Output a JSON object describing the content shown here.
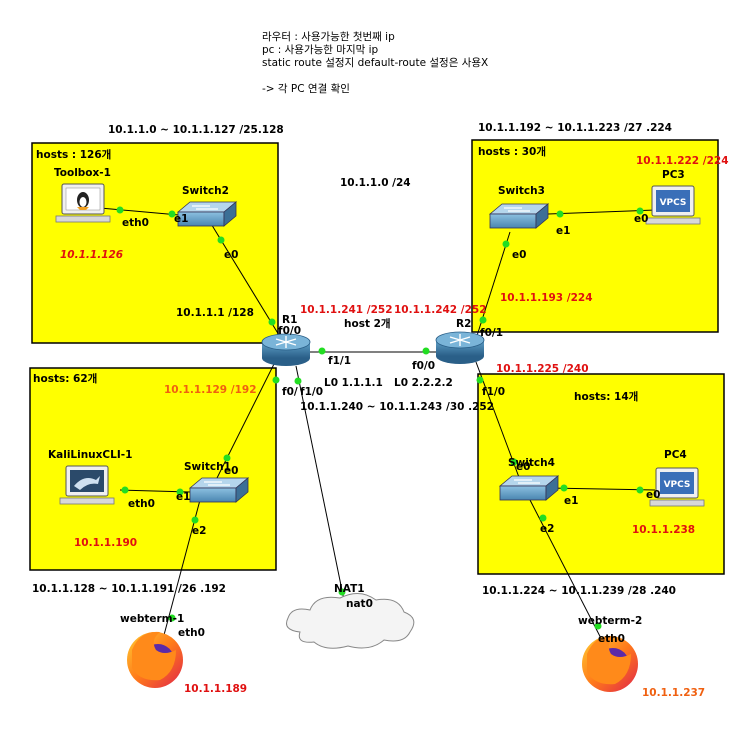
{
  "notes": {
    "line1": "라우터 : 사용가능한 첫번째 ip",
    "line2": "pc : 사용가능한 마지막 ip",
    "line3": "static route 설정지 default-route 설정은 사용X",
    "line4": "-> 각 PC 연결 확인"
  },
  "subnets": {
    "top_left": "10.1.1.0 ~ 10.1.1.127 /25.128",
    "top_right": "10.1.1.192 ~ 10.1.1.223 /27 .224",
    "center": "10.1.1.0 /24",
    "bottom_left": "10.1.1.128 ~ 10.1.1.191 /26 .192",
    "bottom_right": "10.1.1.224 ~ 10.1.1.239 /28 .240",
    "r1_r2_link": "10.1.1.240 ~ 10.1.1.243 /30 .252"
  },
  "zones": {
    "tl_hosts": "hosts : 126개",
    "tr_hosts": "hosts : 30개",
    "bl_hosts": "hosts: 62개",
    "br_hosts": "hosts: 14개"
  },
  "devices": {
    "toolbox": "Toolbox-1",
    "switch2": "Switch2",
    "switch3": "Switch3",
    "switch1": "Switch1",
    "switch4": "Switch4",
    "pc3": "PC3",
    "pc4": "PC4",
    "kali": "KaliLinuxCLI-1",
    "r1": "R1",
    "r2": "R2",
    "nat": "NAT1",
    "webterm1": "webterm-1",
    "webterm2": "webterm-2",
    "vpcs": "VPCS"
  },
  "ports": {
    "toolbox_eth0": "eth0",
    "sw2_e1": "e1",
    "sw2_e0": "e0",
    "r1_f00": "f0/0",
    "r1_f11": "f1/1",
    "r1_f0": "f0/",
    "r1_f10": "f1/0",
    "sw3_e1": "e1",
    "sw3_e0": "e0",
    "pc3_e0": "e0",
    "r2_f01": "f0/1",
    "r2_f00": "f0/0",
    "r2_f10": "f1/0",
    "kali_eth0": "eth0",
    "sw1_e1": "e1",
    "sw1_e0": "e0",
    "sw1_e2": "e2",
    "sw4_e0": "e0",
    "sw4_e1": "e1",
    "sw4_e2": "e2",
    "pc4_e0": "e0",
    "wt1_eth0": "eth0",
    "wt2_eth0": "eth0",
    "nat0": "nat0"
  },
  "addresses": {
    "r1_sw2": "10.1.1.1 /128",
    "toolbox_ip": "10.1.1.126",
    "r1_r2_r1side": "10.1.1.241 /252",
    "r1_r2_r2side": "10.1.1.242 /252",
    "host2": "host 2개",
    "pc3_ip": "10.1.1.222 /224",
    "r2_sw3": "10.1.1.193 /224",
    "r2_sw4": "10.1.1.225 /240",
    "r1_sw1": "10.1.1.129 /192",
    "lo1": "L0 1.1.1.1",
    "lo2": "L0 2.2.2.2",
    "kali_ip": "10.1.1.190",
    "pc4_ip": "10.1.1.238",
    "wt1_ip": "10.1.1.189",
    "wt2_ip": "10.1.1.237"
  },
  "colors": {
    "zone_fill": "#ffff00",
    "link_dot": "#22dd22",
    "address_red": "#e01010",
    "address_orange": "#f06010"
  }
}
